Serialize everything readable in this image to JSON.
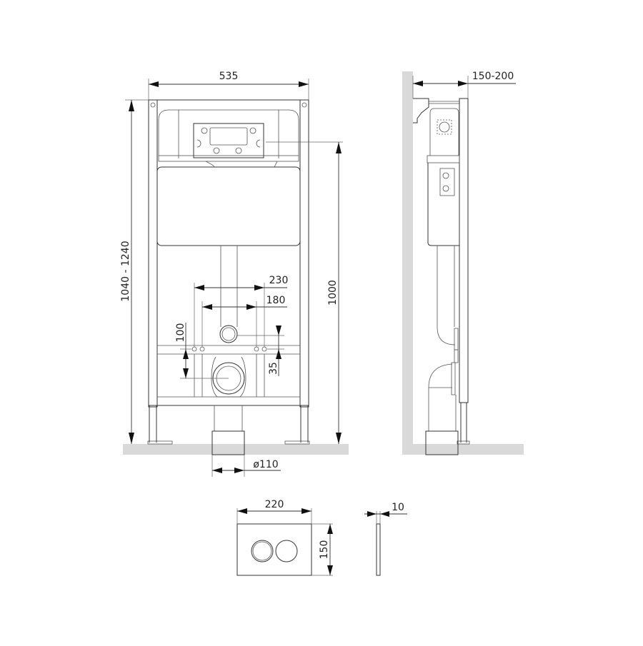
{
  "drawing": {
    "type": "technical-dimension-drawing",
    "subject": "wall-hung toilet installation frame with flush plate",
    "colors": {
      "line": "#333333",
      "floor_wall": "#d9d9d9",
      "background": "#ffffff"
    }
  },
  "front_view": {
    "dimensions": {
      "frame_width": "535",
      "total_height": "1040 - 1240",
      "cistern_height": "1000",
      "anchor_spacing_outer": "230",
      "anchor_spacing_inner": "180",
      "anchor_to_outlet": "100",
      "inlet_to_anchor": "35",
      "drain_diameter": "ø110"
    }
  },
  "side_view": {
    "dimensions": {
      "wall_depth": "150-200"
    }
  },
  "flush_plate": {
    "dimensions": {
      "width": "220",
      "height": "150",
      "thickness": "10"
    },
    "buttons": [
      "flush-button-small",
      "flush-button-large"
    ]
  }
}
